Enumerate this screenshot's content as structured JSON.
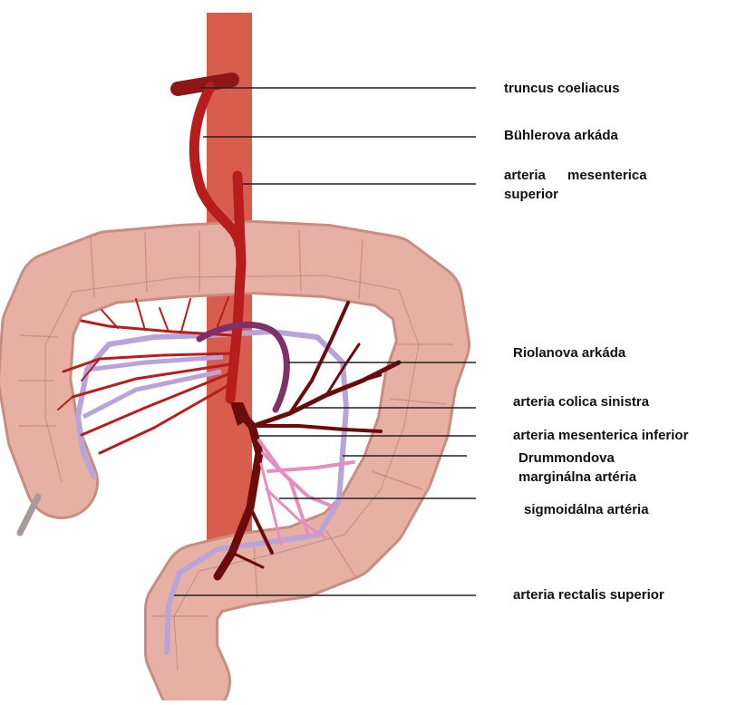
{
  "labels": {
    "truncus_coeliacus": "truncus coeliacus",
    "buhlerova_arkada": "Bühlerova arkáda",
    "ams_line1": "arteria",
    "ams_line2": "mesenterica",
    "ams_line3": "superior",
    "riolanova_arkada": "Riolanova arkáda",
    "arteria_colica_sinistra": "arteria colica sinistra",
    "arteria_mesenterica_inferior": "arteria mesenterica inferior",
    "drummondova_line1": "Drummondova",
    "drummondova_line2": "marginálna artéria",
    "sigmoidalna_arteria": "sigmoidálna artéria",
    "arteria_rectalis_superior": "arteria rectalis superior"
  },
  "colors": {
    "aorta": "#d85d4d",
    "colon": "#e6b0a4",
    "colon_outline": "#c98d80",
    "sma_branches": "#b81d1d",
    "ima_branches": "#6a0c0c",
    "marginal_artery": "#b8a4d8",
    "riolan_arcade": "#7e3068",
    "sigmoid_branches": "#e48fc0",
    "leader_line": "#222222"
  }
}
